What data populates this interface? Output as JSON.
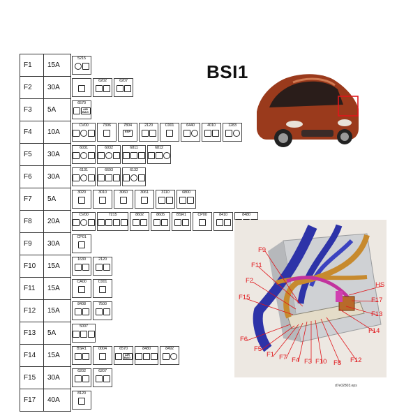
{
  "title": "BSI1",
  "file_code": "d7e02803.eps",
  "fuses": [
    {
      "id": "F1",
      "amp": "15A",
      "components": [
        {
          "code": "5215",
          "icons": [
            "round",
            "box"
          ]
        }
      ]
    },
    {
      "id": "F2",
      "amp": "30A",
      "components": [
        {
          "code": "",
          "icons": [
            "box"
          ]
        },
        {
          "code": "6202",
          "icons": [
            "box",
            "box"
          ]
        },
        {
          "code": "6207",
          "icons": [
            "box",
            "box"
          ]
        }
      ]
    },
    {
      "id": "F3",
      "amp": "5A",
      "components": [
        {
          "code": "6570",
          "icons": [
            "box",
            "AIR BAG"
          ]
        }
      ]
    },
    {
      "id": "F4",
      "amp": "10A",
      "components": [
        {
          "code": "CV00",
          "icons": [
            "box",
            "round",
            "box"
          ]
        },
        {
          "code": "7306",
          "icons": [
            "box"
          ]
        },
        {
          "code": "7804",
          "icons": [
            "ESP"
          ]
        },
        {
          "code": "2120",
          "icons": [
            "box",
            "box"
          ]
        },
        {
          "code": "C001",
          "icons": [
            "box"
          ]
        },
        {
          "code": "6440",
          "icons": [
            "box",
            "round"
          ]
        },
        {
          "code": "4010",
          "icons": [
            "box",
            "box"
          ]
        },
        {
          "code": "1283",
          "icons": [
            "box",
            "round"
          ]
        }
      ]
    },
    {
      "id": "F5",
      "amp": "30A",
      "components": [
        {
          "code": "6031",
          "icons": [
            "box",
            "round",
            "box"
          ]
        },
        {
          "code": "6032",
          "icons": [
            "box",
            "round",
            "box"
          ]
        },
        {
          "code": "6811",
          "icons": [
            "box",
            "box",
            "box"
          ]
        },
        {
          "code": "6812",
          "icons": [
            "box",
            "box",
            "round"
          ]
        }
      ]
    },
    {
      "id": "F6",
      "amp": "30A",
      "components": [
        {
          "code": "6131",
          "icons": [
            "box",
            "round",
            "box"
          ]
        },
        {
          "code": "6693",
          "icons": [
            "box",
            "box",
            "box"
          ]
        },
        {
          "code": "6132",
          "icons": [
            "box",
            "round",
            "box"
          ]
        }
      ]
    },
    {
      "id": "F7",
      "amp": "5A",
      "components": [
        {
          "code": "3020",
          "icons": [
            "box"
          ]
        },
        {
          "code": "3010",
          "icons": [
            "box"
          ]
        },
        {
          "code": "3060",
          "icons": [
            "box"
          ]
        },
        {
          "code": "3061",
          "icons": [
            "box"
          ]
        },
        {
          "code": "3110",
          "icons": [
            "box",
            "box"
          ]
        },
        {
          "code": "6800",
          "icons": [
            "box",
            "box"
          ]
        }
      ]
    },
    {
      "id": "F8",
      "amp": "20A",
      "components": [
        {
          "code": "CV00",
          "icons": [
            "box",
            "round",
            "box"
          ]
        },
        {
          "code": "7215",
          "icons": [
            "box",
            "box",
            "box",
            "box"
          ]
        },
        {
          "code": "8602",
          "icons": [
            "box",
            "box"
          ]
        },
        {
          "code": "8605",
          "icons": [
            "box",
            "box"
          ]
        },
        {
          "code": "BSR1",
          "icons": [
            "box",
            "box"
          ]
        },
        {
          "code": "CP00",
          "icons": [
            "box"
          ]
        },
        {
          "code": "8410",
          "icons": [
            "box",
            "box"
          ]
        },
        {
          "code": "8480",
          "icons": [
            "box",
            "box",
            "box"
          ]
        }
      ]
    },
    {
      "id": "F9",
      "amp": "30A",
      "components": [
        {
          "code": "CP01",
          "icons": [
            "box"
          ]
        }
      ]
    },
    {
      "id": "F10",
      "amp": "15A",
      "components": [
        {
          "code": "1630",
          "icons": [
            "box",
            "box"
          ]
        },
        {
          "code": "2120",
          "icons": [
            "box",
            "box"
          ]
        }
      ]
    },
    {
      "id": "F11",
      "amp": "15A",
      "components": [
        {
          "code": "CA00",
          "icons": [
            "box"
          ]
        },
        {
          "code": "C001",
          "icons": [
            "box"
          ]
        }
      ]
    },
    {
      "id": "F12",
      "amp": "15A",
      "components": [
        {
          "code": "8408",
          "icons": [
            "box",
            "box"
          ]
        },
        {
          "code": "7500",
          "icons": [
            "box",
            "box"
          ]
        }
      ]
    },
    {
      "id": "F13",
      "amp": "5A",
      "components": [
        {
          "code": "5007",
          "icons": [
            "box",
            "box",
            "box"
          ]
        }
      ]
    },
    {
      "id": "F14",
      "amp": "15A",
      "components": [
        {
          "code": "BSR1",
          "icons": [
            "box",
            "box"
          ]
        },
        {
          "code": "0004",
          "icons": [
            "box"
          ]
        },
        {
          "code": "6570",
          "icons": [
            "box",
            "AIR BAG"
          ]
        },
        {
          "code": "8480",
          "icons": [
            "box",
            "box",
            "box"
          ]
        },
        {
          "code": "8492",
          "icons": [
            "box",
            "round"
          ]
        }
      ]
    },
    {
      "id": "F15",
      "amp": "30A",
      "components": [
        {
          "code": "6202",
          "icons": [
            "box",
            "box"
          ]
        },
        {
          "code": "6207",
          "icons": [
            "box",
            "box"
          ]
        }
      ]
    },
    {
      "id": "F17",
      "amp": "40A",
      "components": [
        {
          "code": "8120",
          "icons": [
            "box"
          ]
        }
      ]
    }
  ],
  "callouts": [
    {
      "label": "F9"
    },
    {
      "label": "F11"
    },
    {
      "label": "F2"
    },
    {
      "label": "F15"
    },
    {
      "label": "F6"
    },
    {
      "label": "F5"
    },
    {
      "label": "F1"
    },
    {
      "label": "F7"
    },
    {
      "label": "F4"
    },
    {
      "label": "F3"
    },
    {
      "label": "F10"
    },
    {
      "label": "F8"
    },
    {
      "label": "F12"
    },
    {
      "label": "F14"
    },
    {
      "label": "F13"
    },
    {
      "label": "F17"
    },
    {
      "label": "HS"
    }
  ],
  "colors": {
    "callout": "#e0161b",
    "car_body": "#9a3a1c",
    "highlight_box": "#e0161b",
    "harness_blue": "#2d33a8",
    "harness_orange": "#c78a2e",
    "harness_magenta": "#c2339e"
  }
}
